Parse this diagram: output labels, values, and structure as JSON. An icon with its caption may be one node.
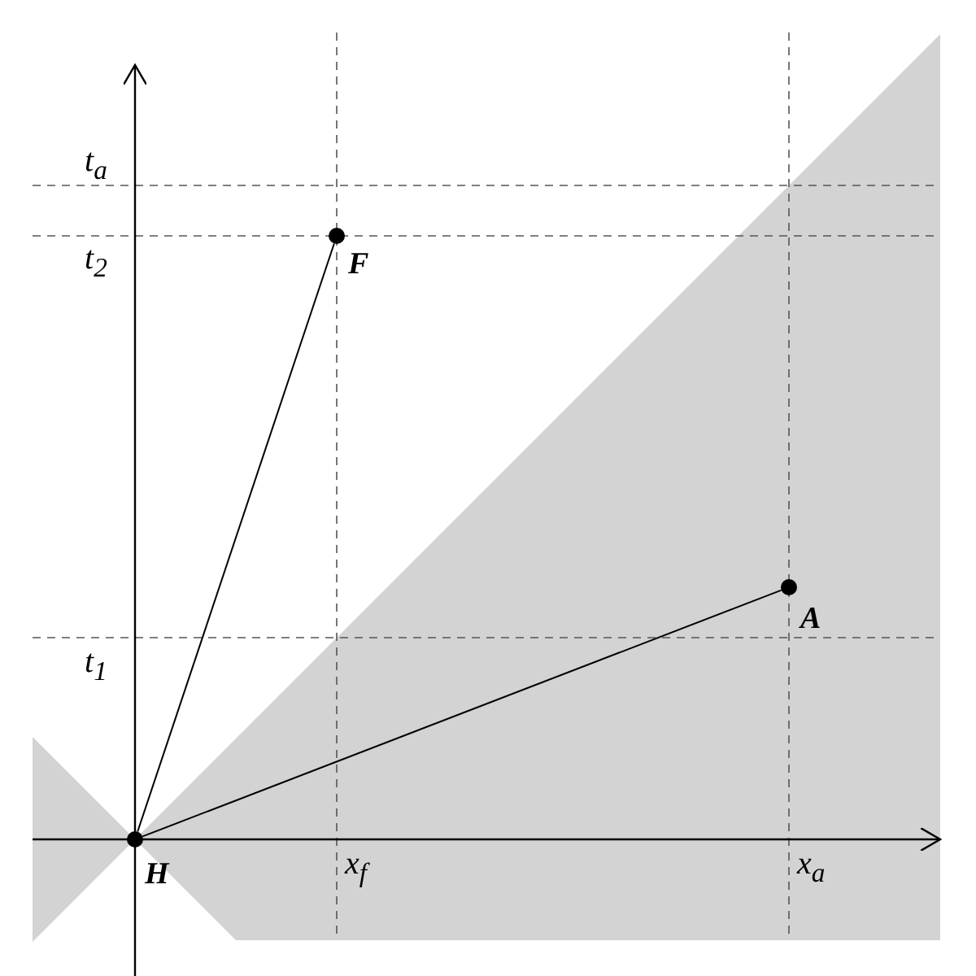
{
  "diagram": {
    "nodes": [
      {
        "text": [
          "H"
        ]
      },
      {
        "text": [
          "F"
        ]
      },
      {
        "text": [
          "A"
        ]
      }
    ],
    "edges": [
      {
        "from": 0,
        "to": 1,
        "arrow": "none"
      },
      {
        "from": 0,
        "to": 2,
        "arrow": "none"
      }
    ],
    "labels": [
      "t$_{a}$",
      "t$_{2}$",
      "t$_{1}$",
      "x$_{f}$",
      "x$_{a}$"
    ]
  }
}
